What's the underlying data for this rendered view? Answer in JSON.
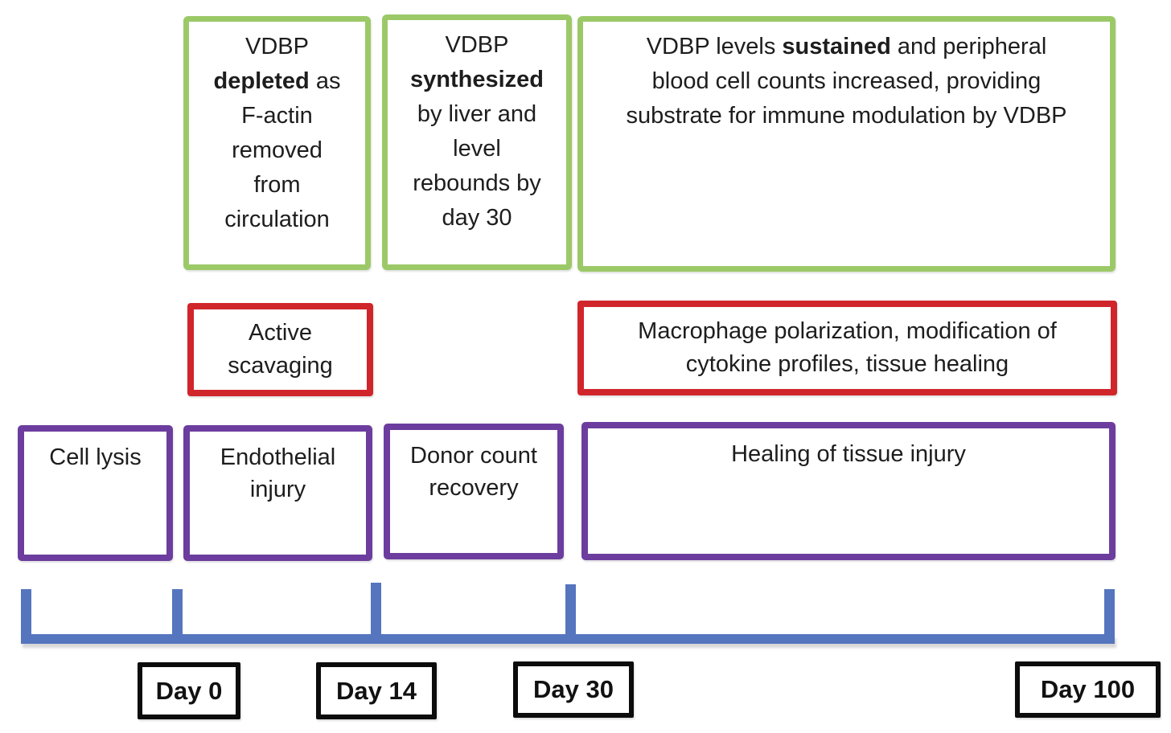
{
  "colors": {
    "green_border": "#9cc968",
    "red_border": "#d0252b",
    "purple_border": "#6c3d9e",
    "timeline_blue": "#5575be",
    "day_box_border": "#0c0c0c",
    "text": "#1d1d1d"
  },
  "green_boxes": [
    {
      "id": "vdbp-depleted",
      "segments": [
        {
          "t": "VDBP\n"
        },
        {
          "t": "depleted",
          "b": true
        },
        {
          "t": " as\nF-actin\nremoved\nfrom\ncirculation"
        }
      ]
    },
    {
      "id": "vdbp-synthesized",
      "segments": [
        {
          "t": "VDBP\n"
        },
        {
          "t": "synthesized",
          "b": true
        },
        {
          "t": "\nby liver and\nlevel\nrebounds by\nday 30"
        }
      ]
    },
    {
      "id": "vdbp-sustained",
      "segments": [
        {
          "t": "VDBP levels "
        },
        {
          "t": "sustained",
          "b": true
        },
        {
          "t": " and peripheral\nblood cell counts increased, providing\nsubstrate for immune modulation by VDBP"
        }
      ]
    }
  ],
  "red_boxes": [
    {
      "id": "active-scavaging",
      "text": "Active\nscavaging"
    },
    {
      "id": "macrophage-polarization",
      "text": "Macrophage polarization, modification of\ncytokine profiles, tissue healing"
    }
  ],
  "purple_boxes": [
    {
      "id": "cell-lysis",
      "text": "Cell lysis"
    },
    {
      "id": "endothelial-injury",
      "text": "Endothelial\ninjury"
    },
    {
      "id": "donor-count-recovery",
      "text": "Donor count\nrecovery"
    },
    {
      "id": "healing-tissue-injury",
      "text": "Healing of tissue injury"
    }
  ],
  "timeline": {
    "day_labels": [
      "Day 0",
      "Day 14",
      "Day 30",
      "Day 100"
    ]
  }
}
